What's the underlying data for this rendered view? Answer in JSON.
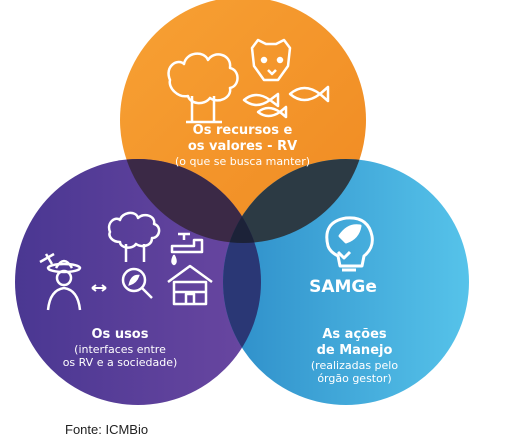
{
  "colors": {
    "top_circle": "#f59a2c",
    "left_circle": "#5a3f99",
    "right_circle": "#36a9dc",
    "overlap": "#3a2b4e",
    "center": "#1d2a4a"
  },
  "circles": {
    "top": {
      "title_line1": "Os recursos e",
      "title_line2": "os valores - RV",
      "subtitle": "(o que se busca manter)",
      "icons": [
        "tree-icon",
        "jaguar-icon",
        "fish-icon"
      ]
    },
    "left": {
      "title": "Os usos",
      "subtitle_line1": "(interfaces entre",
      "subtitle_line2": "os RV e a sociedade)",
      "icons": [
        "farmer-icon",
        "arrows-icon",
        "magnifier-icon",
        "tree-icon",
        "faucet-icon",
        "house-icon"
      ]
    },
    "right": {
      "logo_label": "SAMGe",
      "title_line1": "As ações",
      "title_line2": "de Manejo",
      "subtitle_line1": "(realizadas pelo",
      "subtitle_line2": "órgão gestor)",
      "icons": [
        "samge-logo-icon"
      ]
    }
  },
  "source": "Fonte: ICMBio"
}
